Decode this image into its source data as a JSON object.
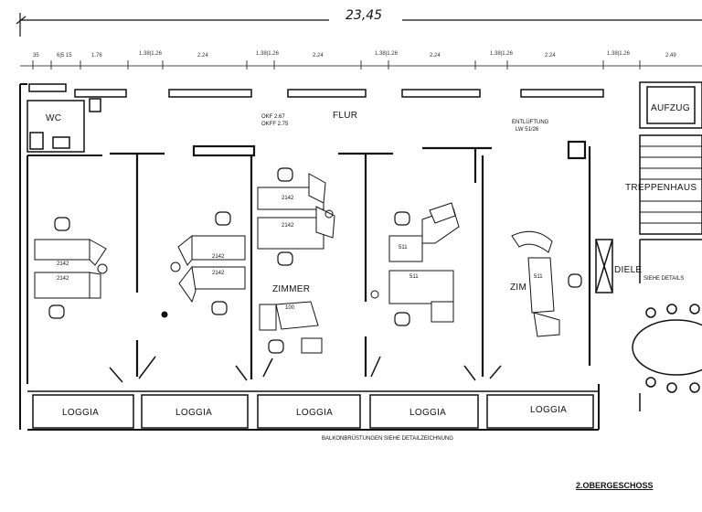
{
  "plan": {
    "overall_dimension": "23,45",
    "floor_title": "2.OBERGESCHOSS",
    "top_dimensions": [
      "35",
      "6|5 15",
      "1.76",
      "1.38|1.26",
      "2.24",
      "1.38|1.26",
      "2.24",
      "1.38|1.26",
      "2.24",
      "1.38|1.26",
      "2.24",
      "1.38|1.26",
      "2.49"
    ],
    "rooms": {
      "wc": "WC",
      "flur": "FLUR",
      "aufzug": "AUFZUG",
      "treppenhaus": "TREPPENHAUS",
      "diele": "DIELE",
      "zimmer_a": "ZIMMER",
      "zimmer_b": "ZIM"
    },
    "loggias": [
      "LOGGIA",
      "LOGGIA",
      "LOGGIA",
      "LOGGIA",
      "LOGGIA"
    ],
    "annotations": {
      "okf": "OKF 2.67",
      "okff": "OKFF 2.75",
      "entluftung": "ENTLÜFTUNG",
      "lw": "LW 51/26",
      "siehe": "SIEHE DETAILS",
      "balkon": "BALKONBRÜSTUNGEN SIEHE DETAILZEICHNUNG"
    },
    "desk_labels": [
      "2142",
      "2142",
      "2142",
      "2142",
      "2142",
      "2142",
      "511",
      "511",
      "511",
      "100"
    ]
  }
}
